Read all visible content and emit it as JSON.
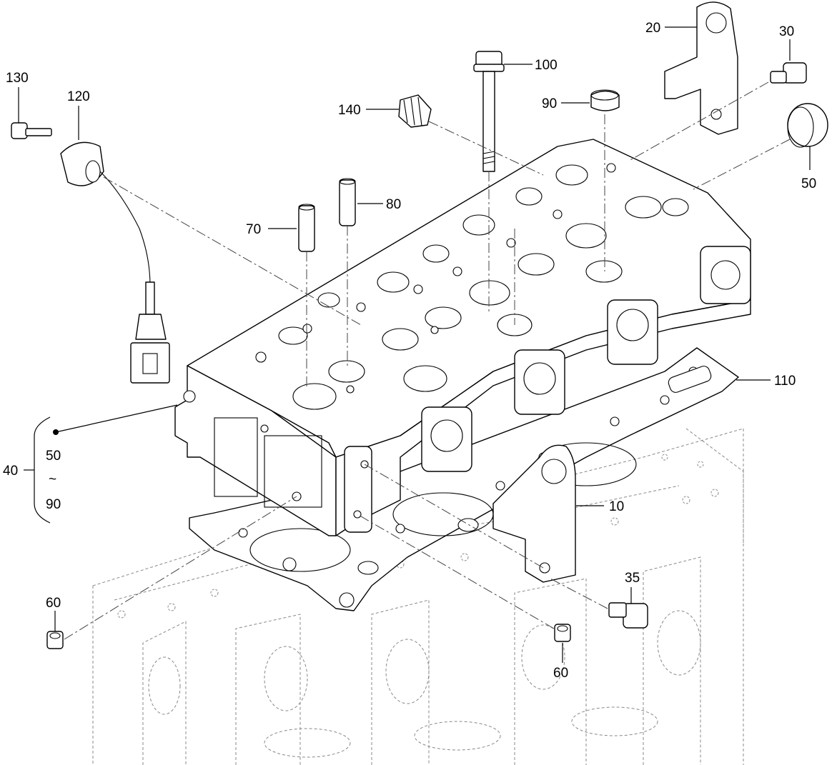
{
  "diagram": {
    "labels": {
      "l10": "10",
      "l20": "20",
      "l30": "30",
      "l35": "35",
      "l40": "40",
      "l50a": "50",
      "l50b": "50",
      "l60a": "60",
      "l60b": "60",
      "l70": "70",
      "l80": "80",
      "l90a": "90",
      "l90b": "90",
      "l100": "100",
      "l110": "110",
      "l120": "120",
      "l130": "130",
      "l140": "140",
      "range_sep": "~"
    }
  }
}
